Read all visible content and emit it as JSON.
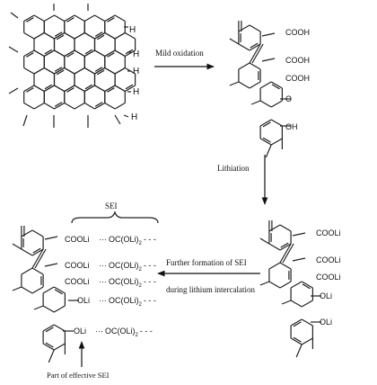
{
  "steps": {
    "oxidation": "Mild oxidation",
    "lithiation": "Lithiation",
    "further_line1": "Further formation of SEI",
    "further_line2": "during lithium intercalation"
  },
  "labels": {
    "sei": "SEI",
    "part_of_sei": "Part of effective SEI"
  },
  "graphene": {
    "edge_atom": "H"
  },
  "oxidized": {
    "groups": [
      "COOH",
      "COOH",
      "COOH",
      "O",
      "OH"
    ]
  },
  "lithiated": {
    "groups": [
      "COOLi",
      "COOLi",
      "COOLi",
      "OLi",
      "OLi"
    ]
  },
  "sei_layer": {
    "groups": [
      "COOLi",
      "COOLi",
      "COOLi",
      "OLi",
      "OLi"
    ],
    "chains": [
      "OC(OLi)",
      "OC(OLi)",
      "OC(OLi)",
      "OC(OLi)",
      "OC(OLi)"
    ],
    "subscript": "2",
    "dots": "- - -"
  }
}
